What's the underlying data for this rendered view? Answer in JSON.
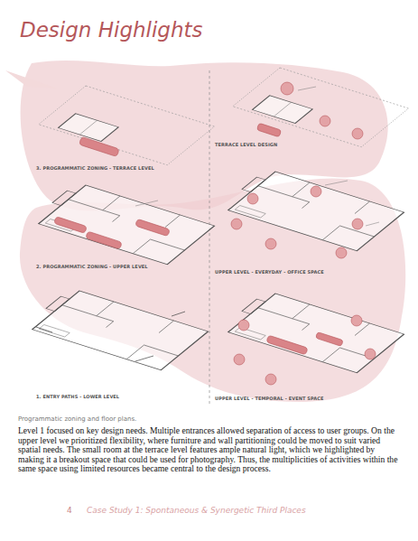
{
  "diagram": {
    "title": "Design Highlights",
    "caption": "Programmatic zoning and floor plans.",
    "labels": [
      "3. PROGRAMMATIC ZONING - TERRACE LEVEL",
      "TERRACE LEVEL DESIGN",
      "2. PROGRAMMATIC ZONING - UPPER LEVEL",
      "UPPER LEVEL - EVERYDAY - OFFICE SPACE",
      "1. ENTRY PATHS - LOWER LEVEL",
      "UPPER LEVEL - TEMPORAL - EVENT SPACE",
      "Level 1 focused on key design needs. Multiple entrances allowed separation of access to user groups. On the upper level we prioritized flexibility, where furniture and wall partitioning could be moved to suit varied spatial needs. The small room at the terrace level features ample natural light, which we highlighted by making it a breakout space that could be used for photography. Thus, the multiplicities of activities within the same space using limited resources became central to the design process.",
      "4",
      "Case Study 1: Spontaneous & Synergetic Third Places"
    ]
  }
}
